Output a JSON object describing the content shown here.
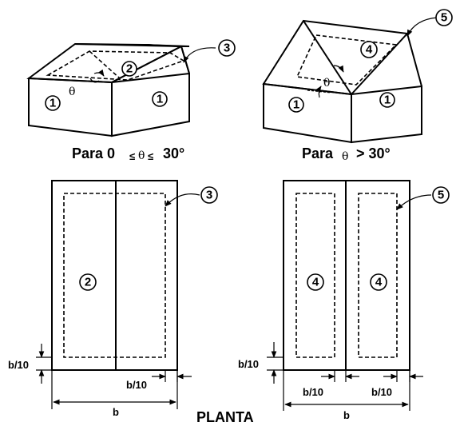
{
  "zones": {
    "z1": "1",
    "z2": "2",
    "z3": "3",
    "z4": "4",
    "z5": "5"
  },
  "theta": "θ",
  "captions": {
    "left_prefix": "Para 0",
    "left_le1": "≤",
    "left_theta": "θ",
    "left_le2": "≤",
    "left_angle": "30°",
    "right_prefix": "Para",
    "right_theta": "θ",
    "right_rest": "> 30°"
  },
  "dimensions": {
    "b10": "b/10",
    "b": "b"
  },
  "plan_label": "PLANTA"
}
